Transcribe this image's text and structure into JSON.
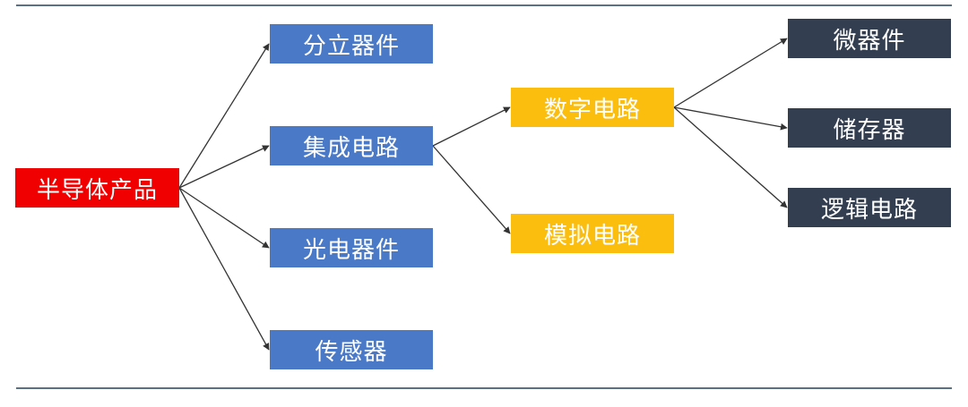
{
  "nodes": {
    "root": "半导体产品",
    "discrete": "分立器件",
    "ic": "集成电路",
    "opto": "光电器件",
    "sensor": "传感器",
    "digital": "数字电路",
    "analog": "模拟电路",
    "micro": "微器件",
    "memory": "储存器",
    "logic": "逻辑电路"
  },
  "edges": [
    [
      "root",
      "discrete"
    ],
    [
      "root",
      "ic"
    ],
    [
      "root",
      "opto"
    ],
    [
      "root",
      "sensor"
    ],
    [
      "ic",
      "digital"
    ],
    [
      "ic",
      "analog"
    ],
    [
      "digital",
      "micro"
    ],
    [
      "digital",
      "memory"
    ],
    [
      "digital",
      "logic"
    ]
  ],
  "colors": {
    "root": "#f00000",
    "level1": "#4a79c8",
    "level2": "#fbbd0e",
    "level3": "#333f50",
    "connector": "#333333",
    "rule": "#5b6f86"
  }
}
